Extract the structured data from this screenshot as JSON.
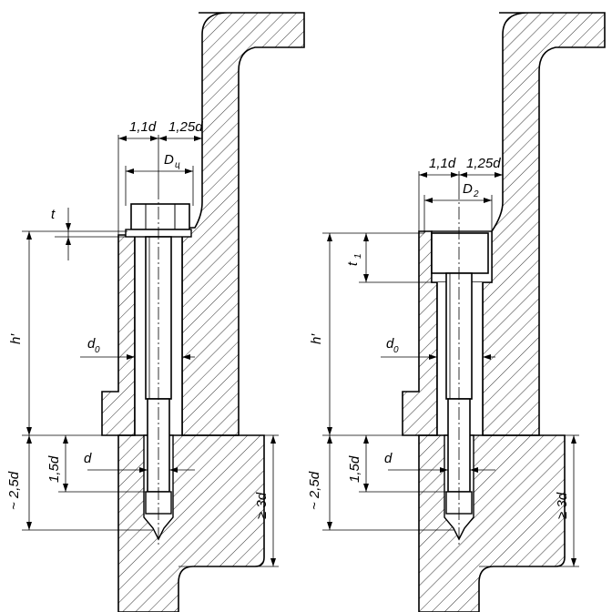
{
  "left": {
    "dim_1_1d": "1,1d",
    "dim_1_25d": "1,25d",
    "head_dia": "D",
    "head_dia_sub": "ц",
    "head_height": "t",
    "length": "h′",
    "hole_dia": "d",
    "hole_dia_sub": "0",
    "thread_dia": "d",
    "thread_depth": "1,5d",
    "hole_depth": "~ 2,5d",
    "flange_thickness": "≥ 3d"
  },
  "right": {
    "dim_1_1d": "1,1d",
    "dim_1_25d": "1,25d",
    "counterbore_dia": "D",
    "counterbore_dia_sub": "2",
    "counterbore_depth": "t",
    "counterbore_depth_sub": "1",
    "length": "h′",
    "hole_dia": "d",
    "hole_dia_sub": "0",
    "thread_dia": "d",
    "thread_depth": "1,5d",
    "hole_depth": "~ 2,5d",
    "flange_thickness": "≥ 3d"
  }
}
